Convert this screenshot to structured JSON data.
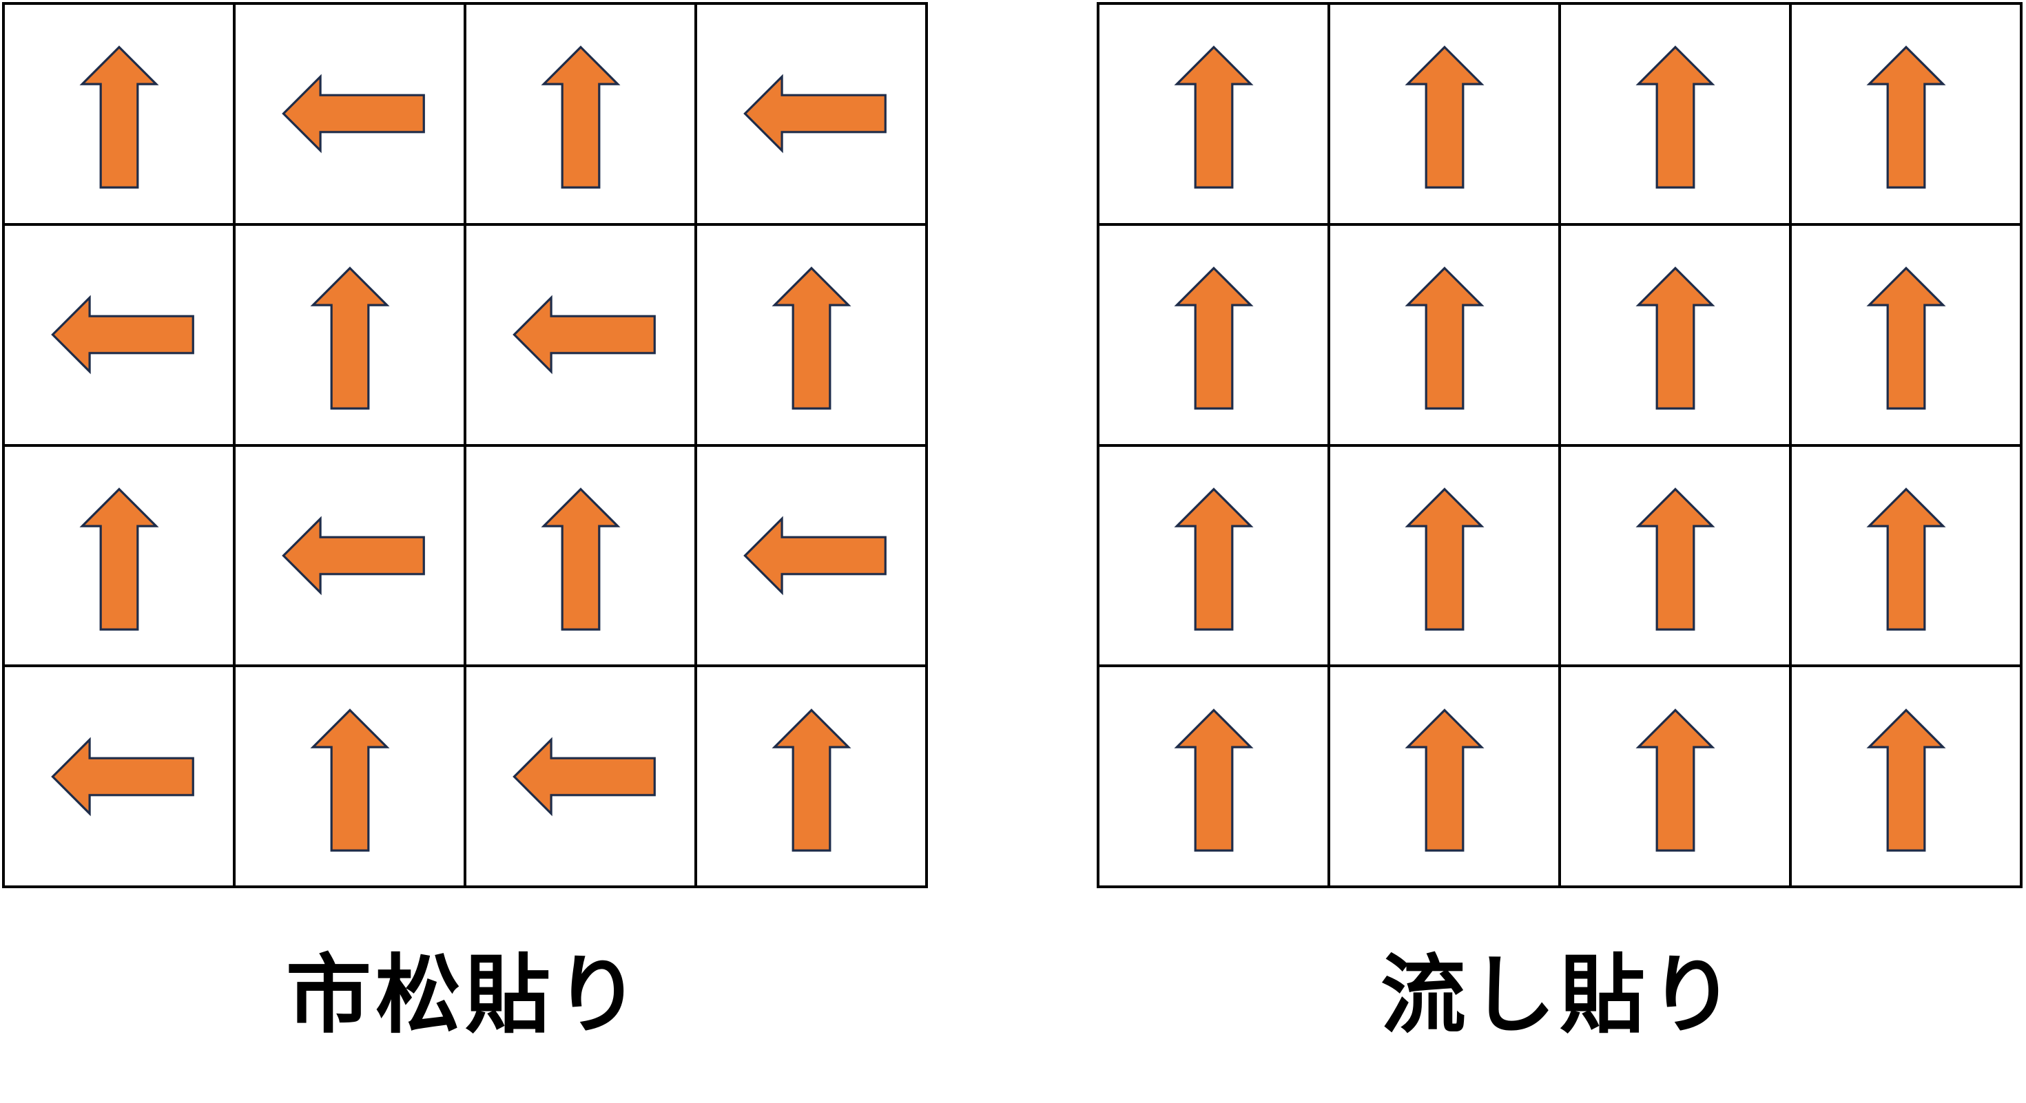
{
  "colors": {
    "arrow_fill": "#ED7D31",
    "arrow_stroke": "#1F2D4A",
    "grid_line": "#000000",
    "background": "#FFFFFF"
  },
  "panels": [
    {
      "caption": "市松貼り",
      "tiles": [
        [
          "up",
          "left",
          "up",
          "left"
        ],
        [
          "left",
          "up",
          "left",
          "up"
        ],
        [
          "up",
          "left",
          "up",
          "left"
        ],
        [
          "left",
          "up",
          "left",
          "up"
        ]
      ]
    },
    {
      "caption": "流し貼り",
      "tiles": [
        [
          "up",
          "up",
          "up",
          "up"
        ],
        [
          "up",
          "up",
          "up",
          "up"
        ],
        [
          "up",
          "up",
          "up",
          "up"
        ],
        [
          "up",
          "up",
          "up",
          "up"
        ]
      ]
    }
  ]
}
